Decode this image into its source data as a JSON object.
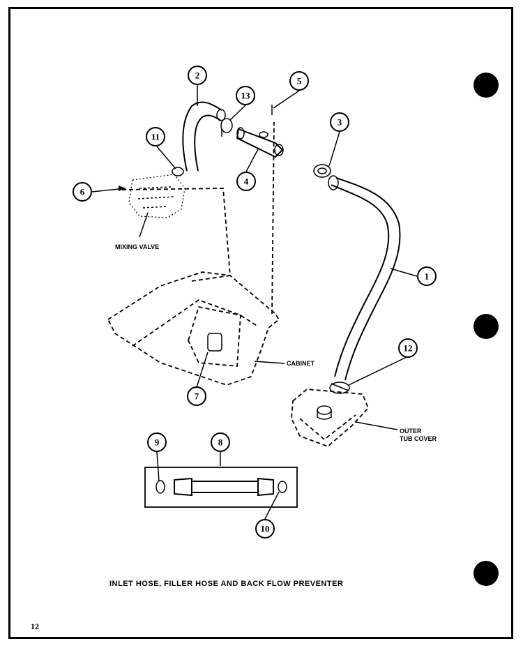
{
  "callouts": {
    "c1": "1",
    "c2": "2",
    "c3": "3",
    "c4": "4",
    "c5": "5",
    "c6": "6",
    "c7": "7",
    "c8": "8",
    "c9": "9",
    "c10": "10",
    "c11": "11",
    "c12": "12",
    "c13": "13"
  },
  "labels": {
    "mixing_valve": "MIXING VALVE",
    "cabinet": "CABINET",
    "outer_tub_cover_line1": "OUTER",
    "outer_tub_cover_line2": "TUB COVER"
  },
  "caption": "INLET HOSE, FILLER HOSE AND BACK FLOW PREVENTER",
  "page_number": "12"
}
